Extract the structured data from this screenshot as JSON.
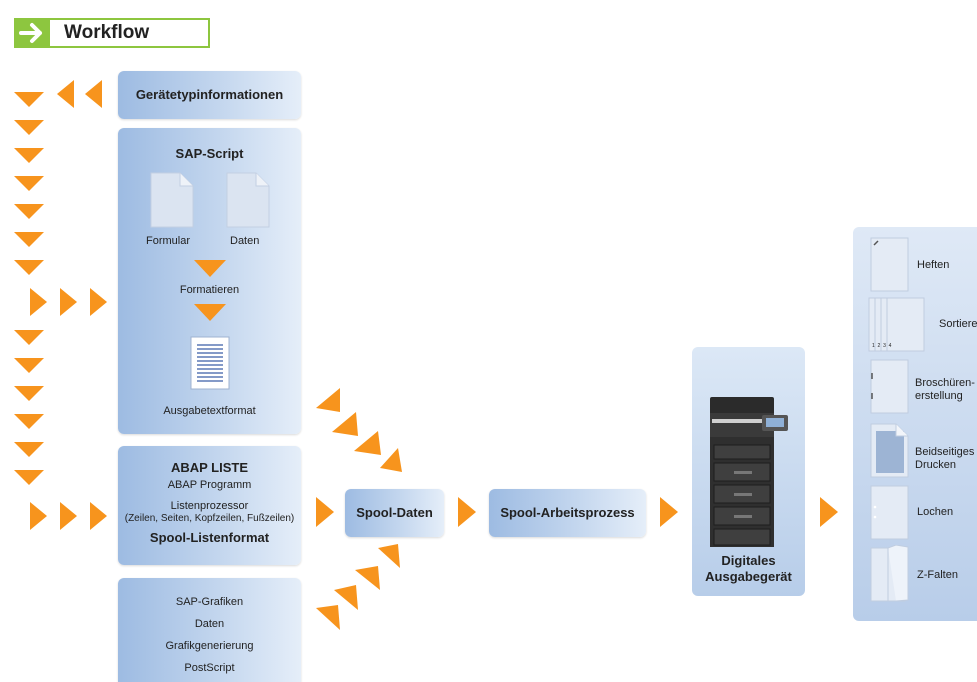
{
  "header": {
    "title": "Workflow"
  },
  "sources": {
    "device_info": {
      "label": "Gerätetypinformationen"
    },
    "sap_script": {
      "title": "SAP-Script",
      "doc_left": "Formular",
      "doc_right": "Daten",
      "step": "Formatieren",
      "output": "Ausgabetextformat"
    },
    "abap": {
      "title": "ABAP LISTE",
      "program": "ABAP Programm",
      "processor": "Listenprozessor",
      "processor_detail": "(Zeilen, Seiten, Kopfzeilen, Fußzeilen)",
      "format": "Spool-Listenformat"
    },
    "graphics": {
      "line1": "SAP-Grafiken",
      "line2": "Daten",
      "line3": "Grafikgenerierung",
      "line4": "PostScript"
    }
  },
  "flow": {
    "spool_data": "Spool-Daten",
    "spool_process": "Spool-Arbeitsprozess",
    "device": "Digitales Ausgabegerät"
  },
  "finishing": [
    {
      "label": "Heften",
      "icon": "stapled-sheet-icon"
    },
    {
      "label": "Sortieren",
      "icon": "sorted-sheets-icon",
      "page_numbers": "1  2  3  4"
    },
    {
      "label": "Broschüren-erstellung",
      "icon": "booklet-icon"
    },
    {
      "label": "Beidseitiges Drucken",
      "icon": "duplex-sheet-icon"
    },
    {
      "label": "Lochen",
      "icon": "punched-sheet-icon"
    },
    {
      "label": "Z-Falten",
      "icon": "z-fold-icon"
    }
  ],
  "colors": {
    "accent_orange": "#f7941d",
    "header_green": "#8dc63f",
    "panel_blue": "#b7cde9"
  }
}
